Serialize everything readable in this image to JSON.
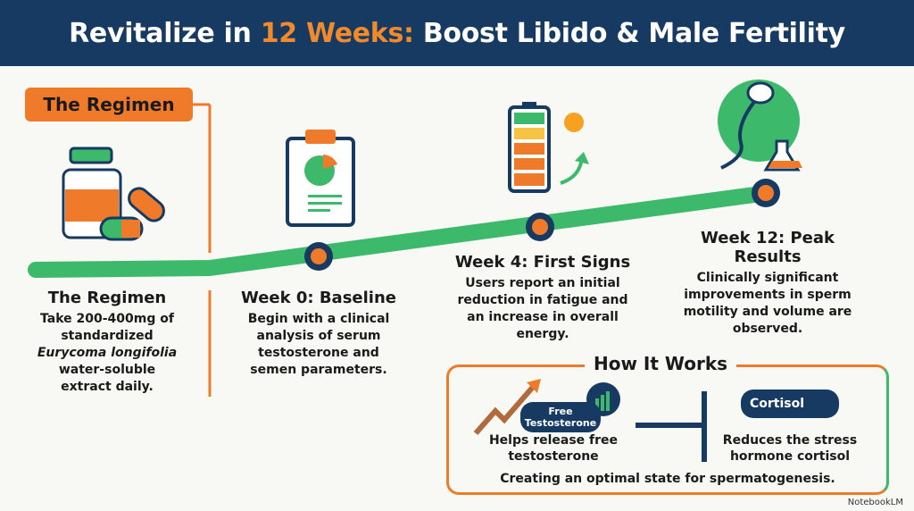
{
  "header": {
    "title_pre": "Revitalize in ",
    "title_highlight": "12 Weeks:",
    "title_post": " Boost Libido & Male Fertility"
  },
  "colors": {
    "navy": "#173a63",
    "orange": "#ef7b2a",
    "green": "#3cb96a"
  },
  "regimen": {
    "tag": "The Regimen",
    "title": "The Regimen",
    "line1": "Take 200-400mg of",
    "line2": "standardized",
    "line3_italic": "Eurycoma longifolia",
    "line4": "water-soluble",
    "line5": "extract daily.",
    "icon": "pill-bottle-icon"
  },
  "milestones": [
    {
      "title": "Week 0: Baseline",
      "text": "Begin with a clinical analysis of serum testosterone and semen parameters.",
      "icon": "clipboard-chart-icon"
    },
    {
      "title": "Week 4: First Signs",
      "text": "Users report an initial reduction in fatigue and an increase in overall energy.",
      "icon": "battery-sun-icon"
    },
    {
      "title": "Week 12: Peak Results",
      "text": "Clinically significant improvements in sperm motility and volume are observed.",
      "icon": "sperm-flask-icon"
    }
  ],
  "how_it_works": {
    "title": "How It Works",
    "left_badge": "Free Testosterone",
    "left_text": "Helps release free testosterone",
    "right_badge": "Cortisol",
    "right_text": "Reduces the stress hormone cortisol",
    "summary": "Creating an optimal state for spermatogenesis."
  },
  "watermark": "NotebookLM"
}
